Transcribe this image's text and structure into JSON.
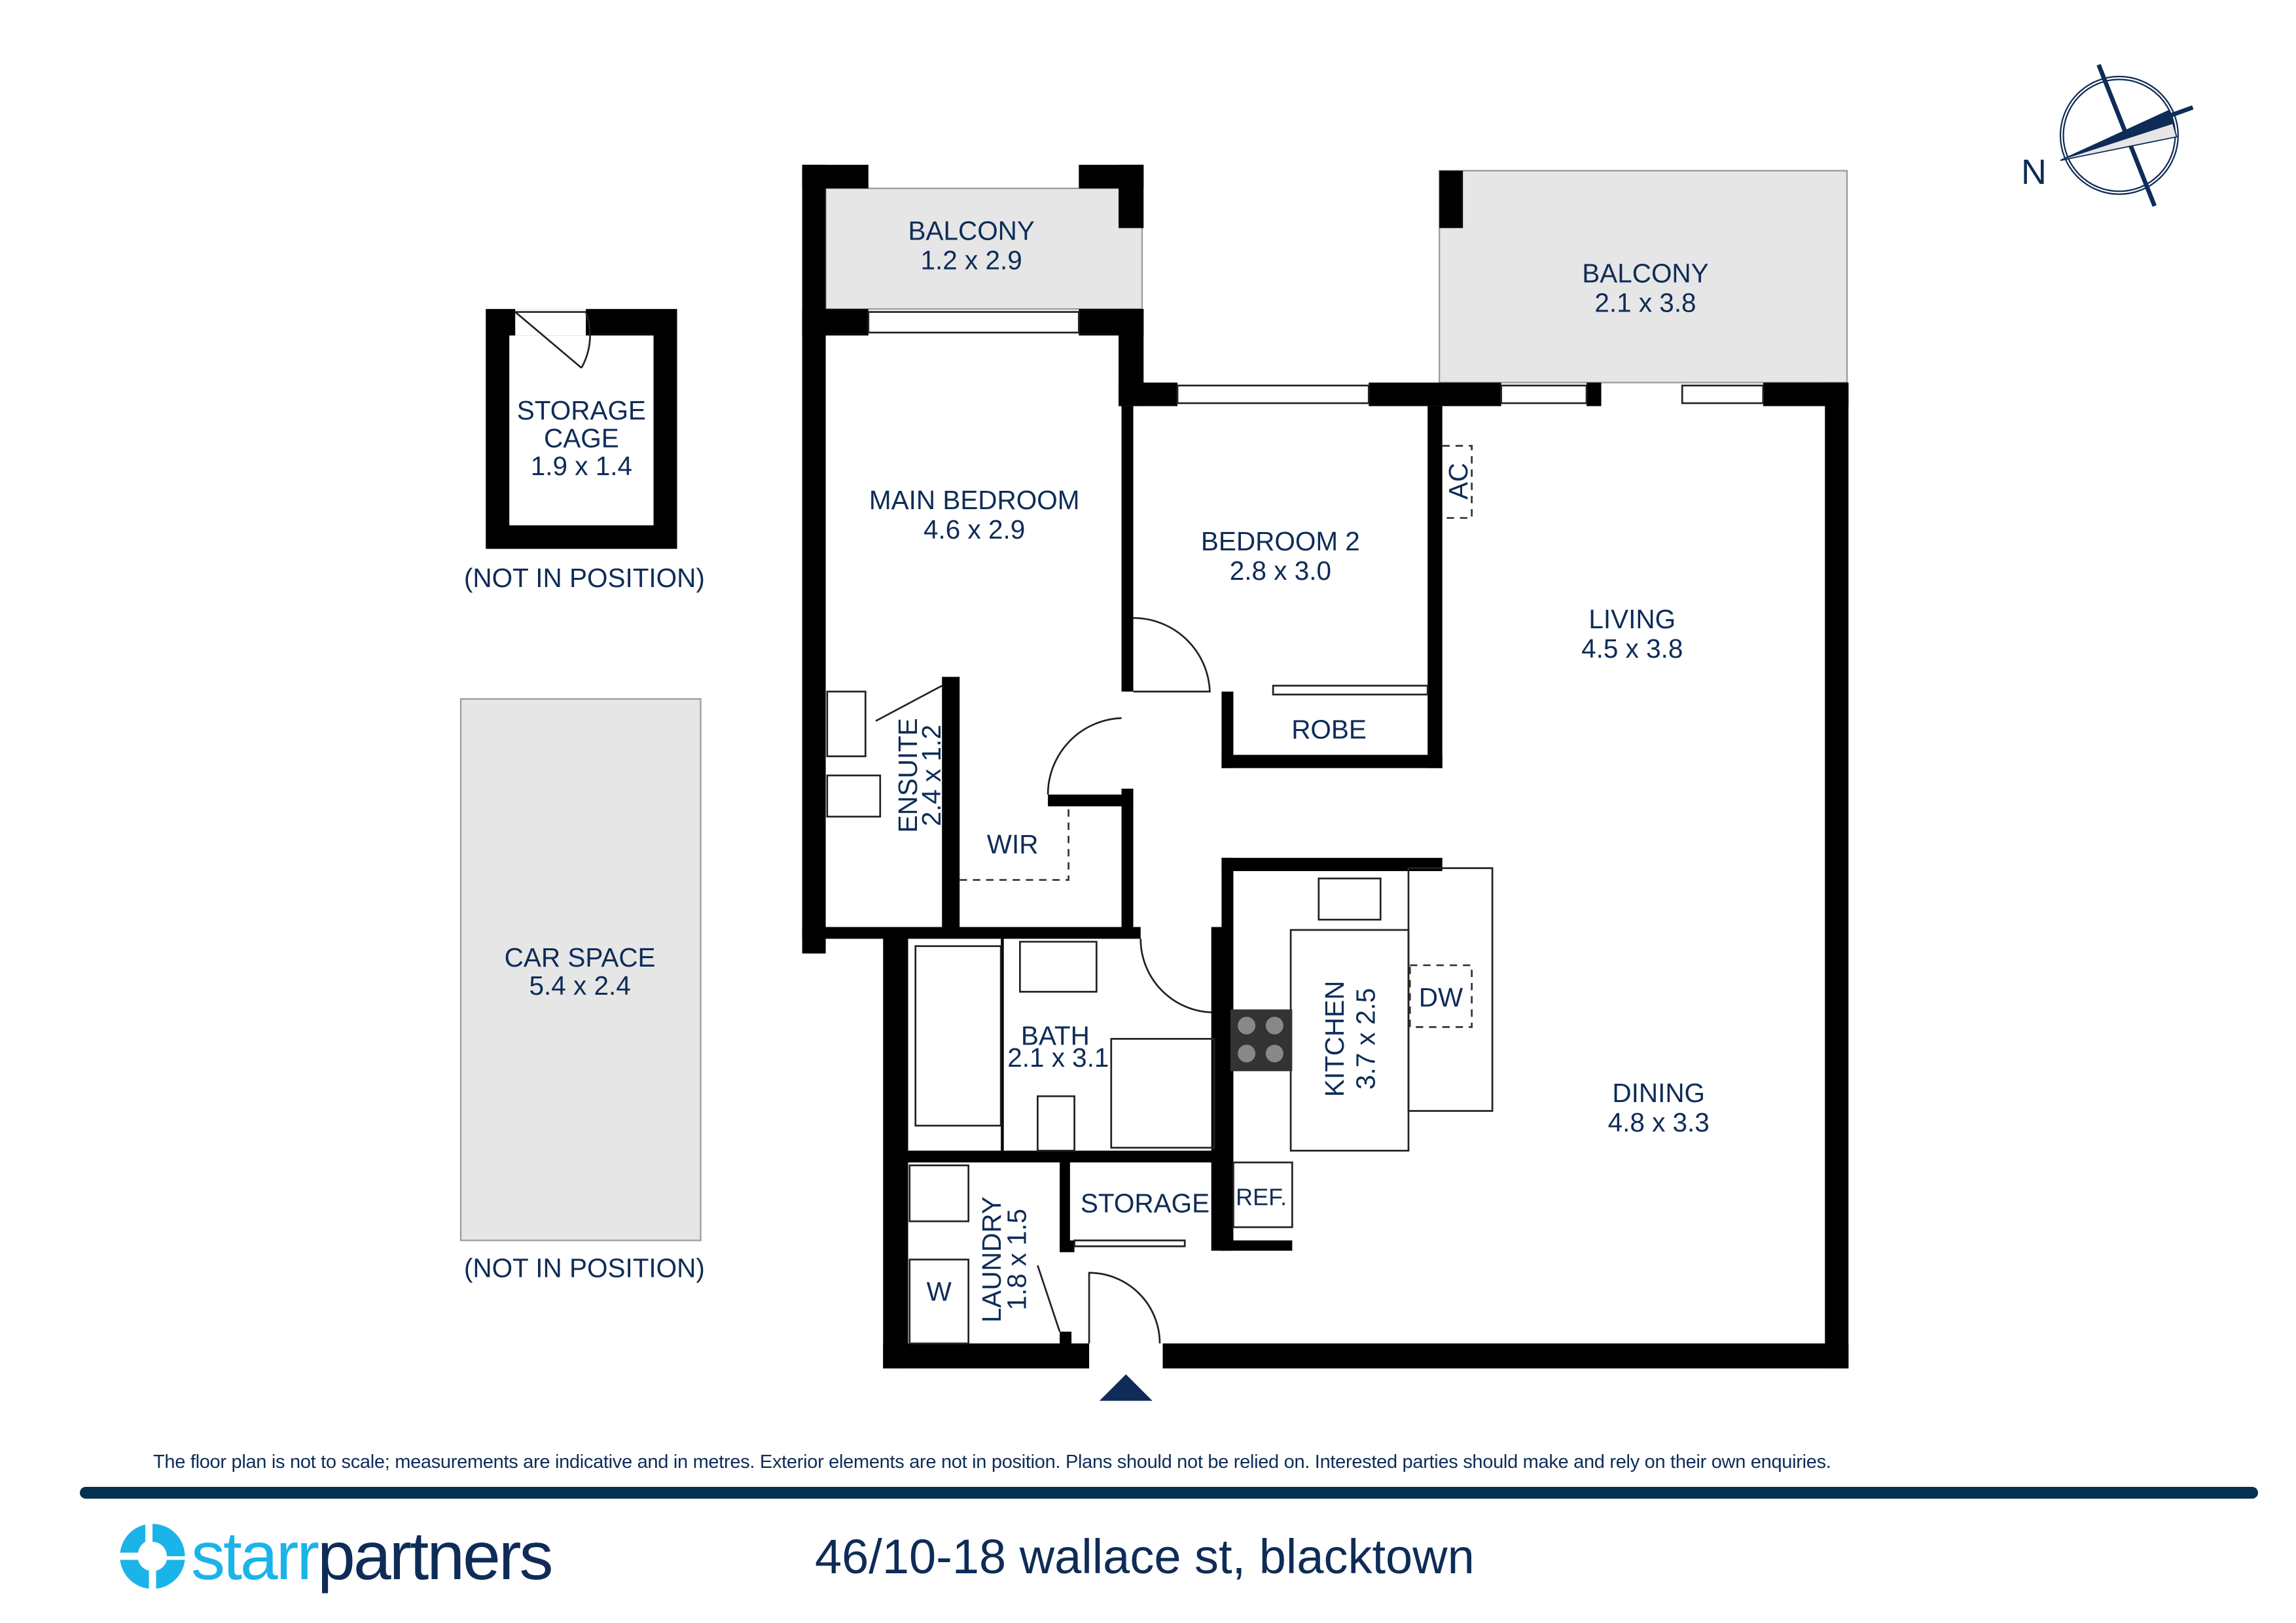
{
  "rooms": {
    "balcony_1": {
      "name": "BALCONY",
      "size": "1.2 x 2.9"
    },
    "balcony_2": {
      "name": "BALCONY",
      "size": "2.1 x 3.8"
    },
    "main_bedroom": {
      "name": "MAIN BEDROOM",
      "size": "4.6 x 2.9"
    },
    "bedroom_2": {
      "name": "BEDROOM 2",
      "size": "2.8 x 3.0"
    },
    "robe": {
      "name": "ROBE"
    },
    "ac": {
      "name": "AC"
    },
    "living": {
      "name": "LIVING",
      "size": "4.5 x 3.8"
    },
    "ensuite": {
      "name": "ENSUITE",
      "size": "2.4 x 1.2"
    },
    "wir": {
      "name": "WIR"
    },
    "bath": {
      "name": "BATH",
      "size": "2.1 x 3.1"
    },
    "kitchen": {
      "name": "KITCHEN",
      "size": "3.7 x 2.5"
    },
    "dw": {
      "name": "DW"
    },
    "dining": {
      "name": "DINING",
      "size": "4.8 x 3.3"
    },
    "storage": {
      "name": "STORAGE"
    },
    "ref": {
      "name": "REF."
    },
    "laundry": {
      "name": "LAUNDRY",
      "size": "1.8 x 1.5"
    },
    "washer": {
      "name": "W"
    },
    "storage_cage": {
      "name_line1": "STORAGE",
      "name_line2": "CAGE",
      "size": "1.9 x 1.4",
      "note": "(NOT IN POSITION)"
    },
    "car_space": {
      "name": "CAR SPACE",
      "size": "5.4 x 2.4",
      "note": "(NOT IN POSITION)"
    }
  },
  "compass": {
    "label": "N"
  },
  "footer": {
    "disclaimer": "The floor plan is not to scale; measurements are indicative and in metres. Exterior elements are not in position. Plans should not be relied on. Interested parties should make and rely on their own enquiries.",
    "brand_part1": "starr",
    "brand_part2": "partners",
    "address": "46/10-18 wallace st, blacktown"
  },
  "colors": {
    "navy": "#0e2c57",
    "brand_blue": "#1ab4e8",
    "bar": "#06304f",
    "exterior_fill": "#e6e6e6"
  }
}
